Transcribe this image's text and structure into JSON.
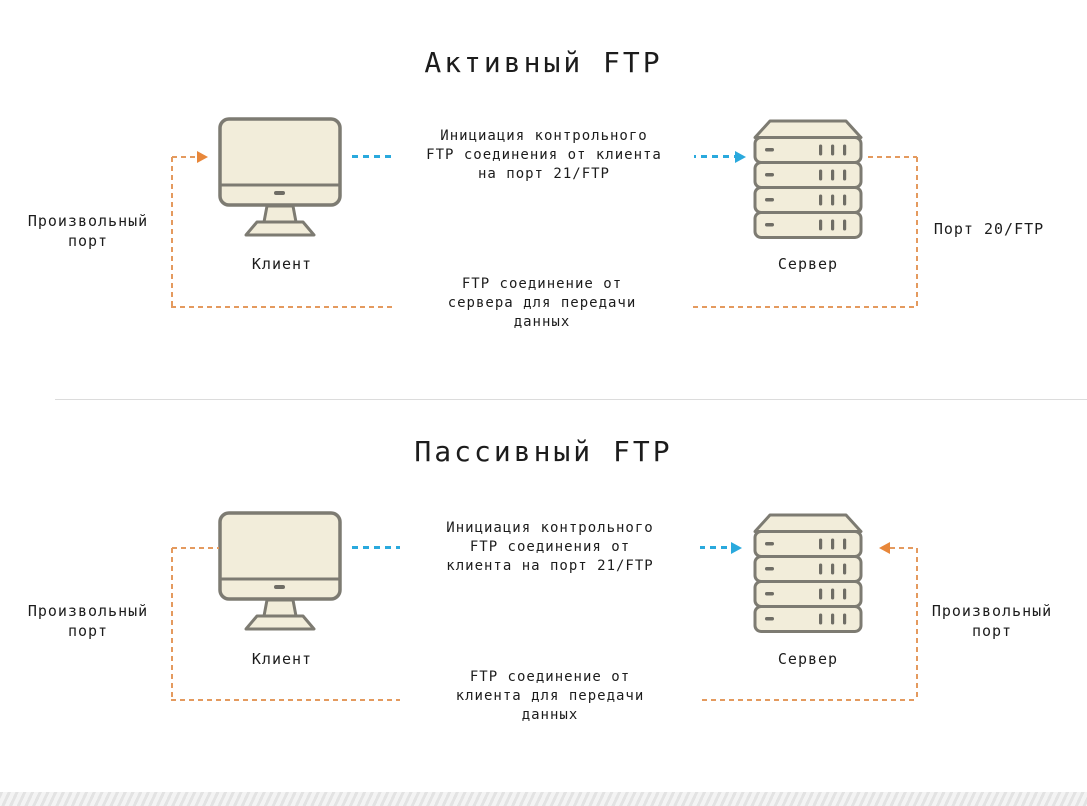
{
  "colors": {
    "control_connection_blue": "#2aa9dd",
    "data_connection_orange": "#e8873a",
    "icon_fill_cream": "#f2edda",
    "icon_stroke_gray": "#7d7b72",
    "text": "#1c1c1c"
  },
  "active": {
    "title": "Активный FTP",
    "client_label": "Клиент",
    "server_label": "Сервер",
    "control_line1": "Инициация контрольного",
    "control_line2": "FTP соединения от клиента",
    "control_line3": "на порт 21/FTP",
    "data_line1": "FTP соединение от",
    "data_line2": "сервера для передачи",
    "data_line3": "данных",
    "left_port_line1": "Произвольный",
    "left_port_line2": "порт",
    "right_port": "Порт 20/FTP"
  },
  "passive": {
    "title": "Пассивный FTP",
    "client_label": "Клиент",
    "server_label": "Сервер",
    "control_line1": "Инициация контрольного",
    "control_line2": "FTP соединения от",
    "control_line3": "клиента на порт 21/FTP",
    "data_line1": "FTP соединение от",
    "data_line2": "клиента для передачи",
    "data_line3": "данных",
    "left_port_line1": "Произвольный",
    "left_port_line2": "порт",
    "right_port_line1": "Произвольный",
    "right_port_line2": "порт"
  }
}
